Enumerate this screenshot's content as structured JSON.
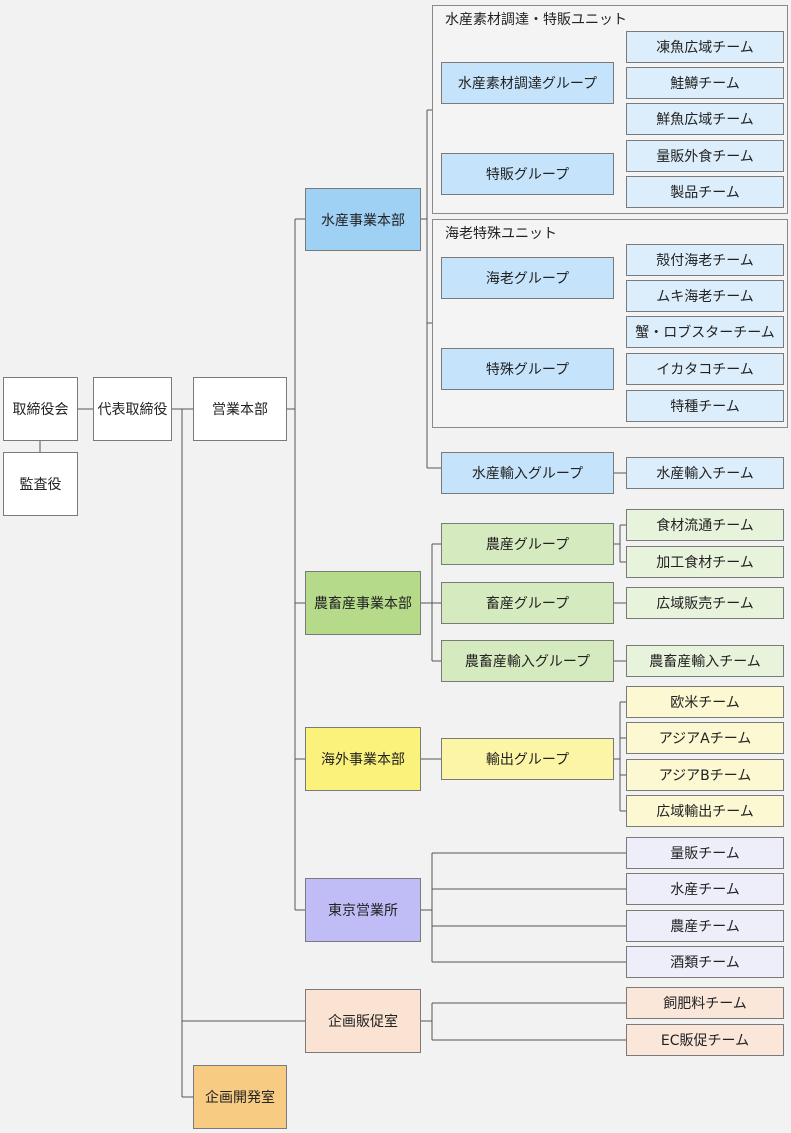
{
  "nodes": {
    "board": "取締役会",
    "auditor": "監査役",
    "ceo": "代表取締役",
    "sales_hq": "営業本部",
    "marine_div": "水産事業本部",
    "agri_div": "農畜産事業本部",
    "overseas_div": "海外事業本部",
    "tokyo_office": "東京営業所",
    "promo_office": "企画販促室",
    "planning_office": "企画開発室"
  },
  "units": {
    "marine_sourcing_unit": "水産素材調達・特販ユニット",
    "shrimp_special_unit": "海老特殊ユニット"
  },
  "groups": {
    "marine_sourcing": "水産素材調達グループ",
    "special_sales": "特販グループ",
    "shrimp": "海老グループ",
    "special": "特殊グループ",
    "marine_import": "水産輸入グループ",
    "agri": "農産グループ",
    "livestock": "畜産グループ",
    "agri_import": "農畜産輸入グループ",
    "export": "輸出グループ"
  },
  "teams": {
    "frozen_fish": "凍魚広域チーム",
    "salmon_trout": "鮭鱒チーム",
    "fresh_fish": "鮮魚広域チーム",
    "mass_food": "量販外食チーム",
    "products": "製品チーム",
    "shell_shrimp": "殻付海老チーム",
    "peeled_shrimp": "ムキ海老チーム",
    "crab_lobster": "蟹・ロブスターチーム",
    "squid_octopus": "イカタコチーム",
    "special_kinds": "特種チーム",
    "marine_import": "水産輸入チーム",
    "food_distribution": "食材流通チーム",
    "processed_food": "加工食材チーム",
    "wide_sales": "広域販売チーム",
    "agri_import": "農畜産輸入チーム",
    "europe_us": "欧米チーム",
    "asia_a": "アジアAチーム",
    "asia_b": "アジアBチーム",
    "wide_export": "広域輸出チーム",
    "tokyo_mass": "量販チーム",
    "tokyo_marine": "水産チーム",
    "tokyo_agri": "農産チーム",
    "tokyo_liquor": "酒類チーム",
    "feed_fertilizer": "飼肥料チーム",
    "ec_promo": "EC販促チーム"
  }
}
